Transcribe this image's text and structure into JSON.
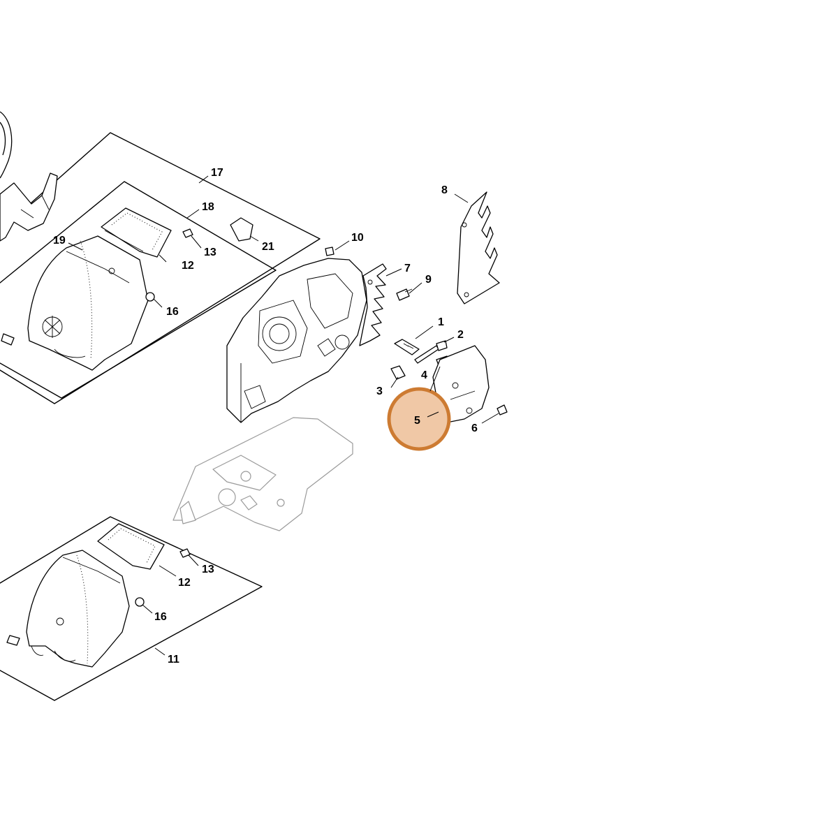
{
  "callouts": [
    {
      "id": "c1",
      "text": "1"
    },
    {
      "id": "c2",
      "text": "2"
    },
    {
      "id": "c3",
      "text": "3"
    },
    {
      "id": "c4",
      "text": "4"
    },
    {
      "id": "c5",
      "text": "5"
    },
    {
      "id": "c6",
      "text": "6"
    },
    {
      "id": "c7",
      "text": "7"
    },
    {
      "id": "c8",
      "text": "8"
    },
    {
      "id": "c9",
      "text": "9"
    },
    {
      "id": "c10",
      "text": "10"
    },
    {
      "id": "c11",
      "text": "11"
    },
    {
      "id": "c12a",
      "text": "12"
    },
    {
      "id": "c12b",
      "text": "12"
    },
    {
      "id": "c13a",
      "text": "13"
    },
    {
      "id": "c13b",
      "text": "13"
    },
    {
      "id": "c16a",
      "text": "16"
    },
    {
      "id": "c16b",
      "text": "16"
    },
    {
      "id": "c17",
      "text": "17"
    },
    {
      "id": "c18",
      "text": "18"
    },
    {
      "id": "c19",
      "text": "19"
    },
    {
      "id": "c21",
      "text": "21"
    }
  ],
  "highlighted_callout": "5",
  "colors": {
    "highlight_fill": "#f0c8a6",
    "highlight_stroke": "#cd7b32",
    "line": "#000000",
    "ghost_part": "#9a9a9a"
  }
}
